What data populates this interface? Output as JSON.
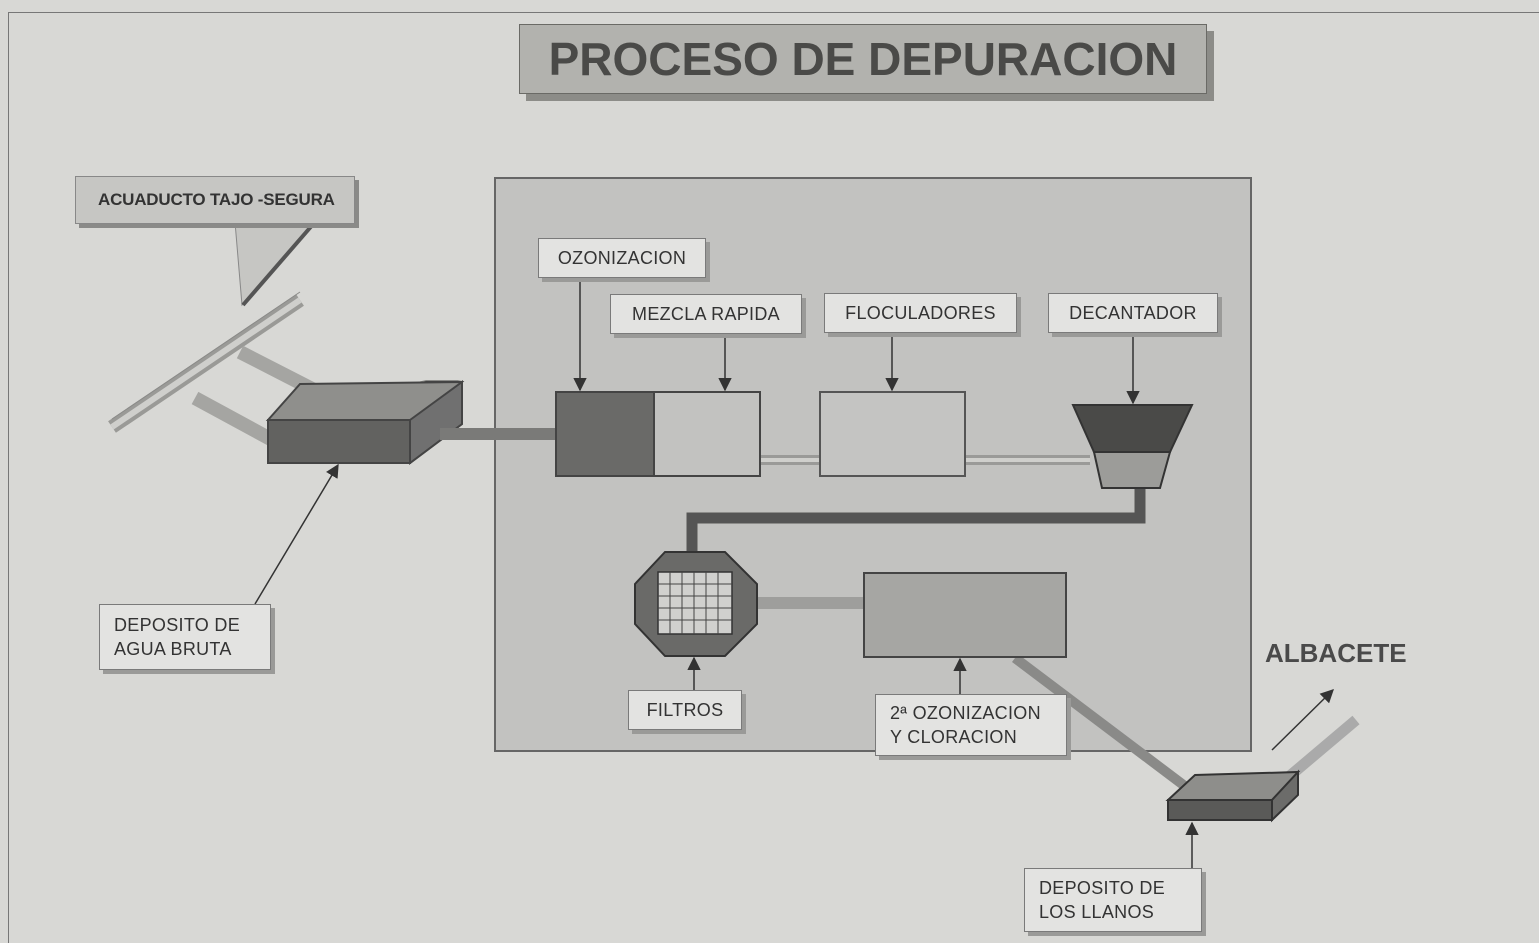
{
  "title": "PROCESO DE DEPURACION",
  "labels": {
    "acueducto": "ACUADUCTO TAJO -SEGURA",
    "ozonizacion": "OZONIZACION",
    "mezcla": "MEZCLA RAPIDA",
    "floculadores": "FLOCULADORES",
    "decantador": "DECANTADOR",
    "deposito_bruta_1": "DEPOSITO DE",
    "deposito_bruta_2": "AGUA BRUTA",
    "filtros": "FILTROS",
    "ozonizacion2_1": "2ª OZONIZACION",
    "ozonizacion2_2": "Y CLORACION",
    "deposito_llanos_1": "DEPOSITO  DE",
    "deposito_llanos_2": "LOS LLANOS",
    "destino": "ALBACETE"
  },
  "colors": {
    "background": "#d8d8d5",
    "plant_area": "#c2c2c0",
    "dark_component": "#6c6c6a",
    "medium_component": "#a6a6a3",
    "light_component": "#c8c8c6",
    "pipe_dark": "#555555"
  }
}
